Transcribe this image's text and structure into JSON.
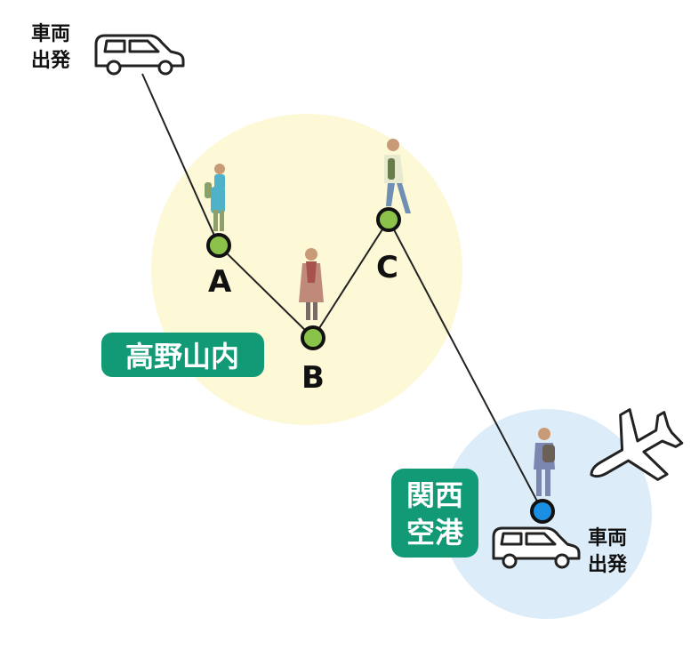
{
  "start": {
    "label_line1": "車両",
    "label_line2": "出発"
  },
  "end": {
    "label_line1": "車両",
    "label_line2": "出発"
  },
  "points": {
    "a": "A",
    "b": "B",
    "c": "C"
  },
  "areas": {
    "koyasan": {
      "label": "高野山内"
    },
    "kix": {
      "label_line1": "関西",
      "label_line2": "空港"
    }
  },
  "colors": {
    "koyasan_area": "#fdf8d6",
    "kix_area": "#dcecf8",
    "badge": "#129a77",
    "point_green": "#8bc34a",
    "point_blue": "#1a8fe3",
    "line": "#222222"
  }
}
